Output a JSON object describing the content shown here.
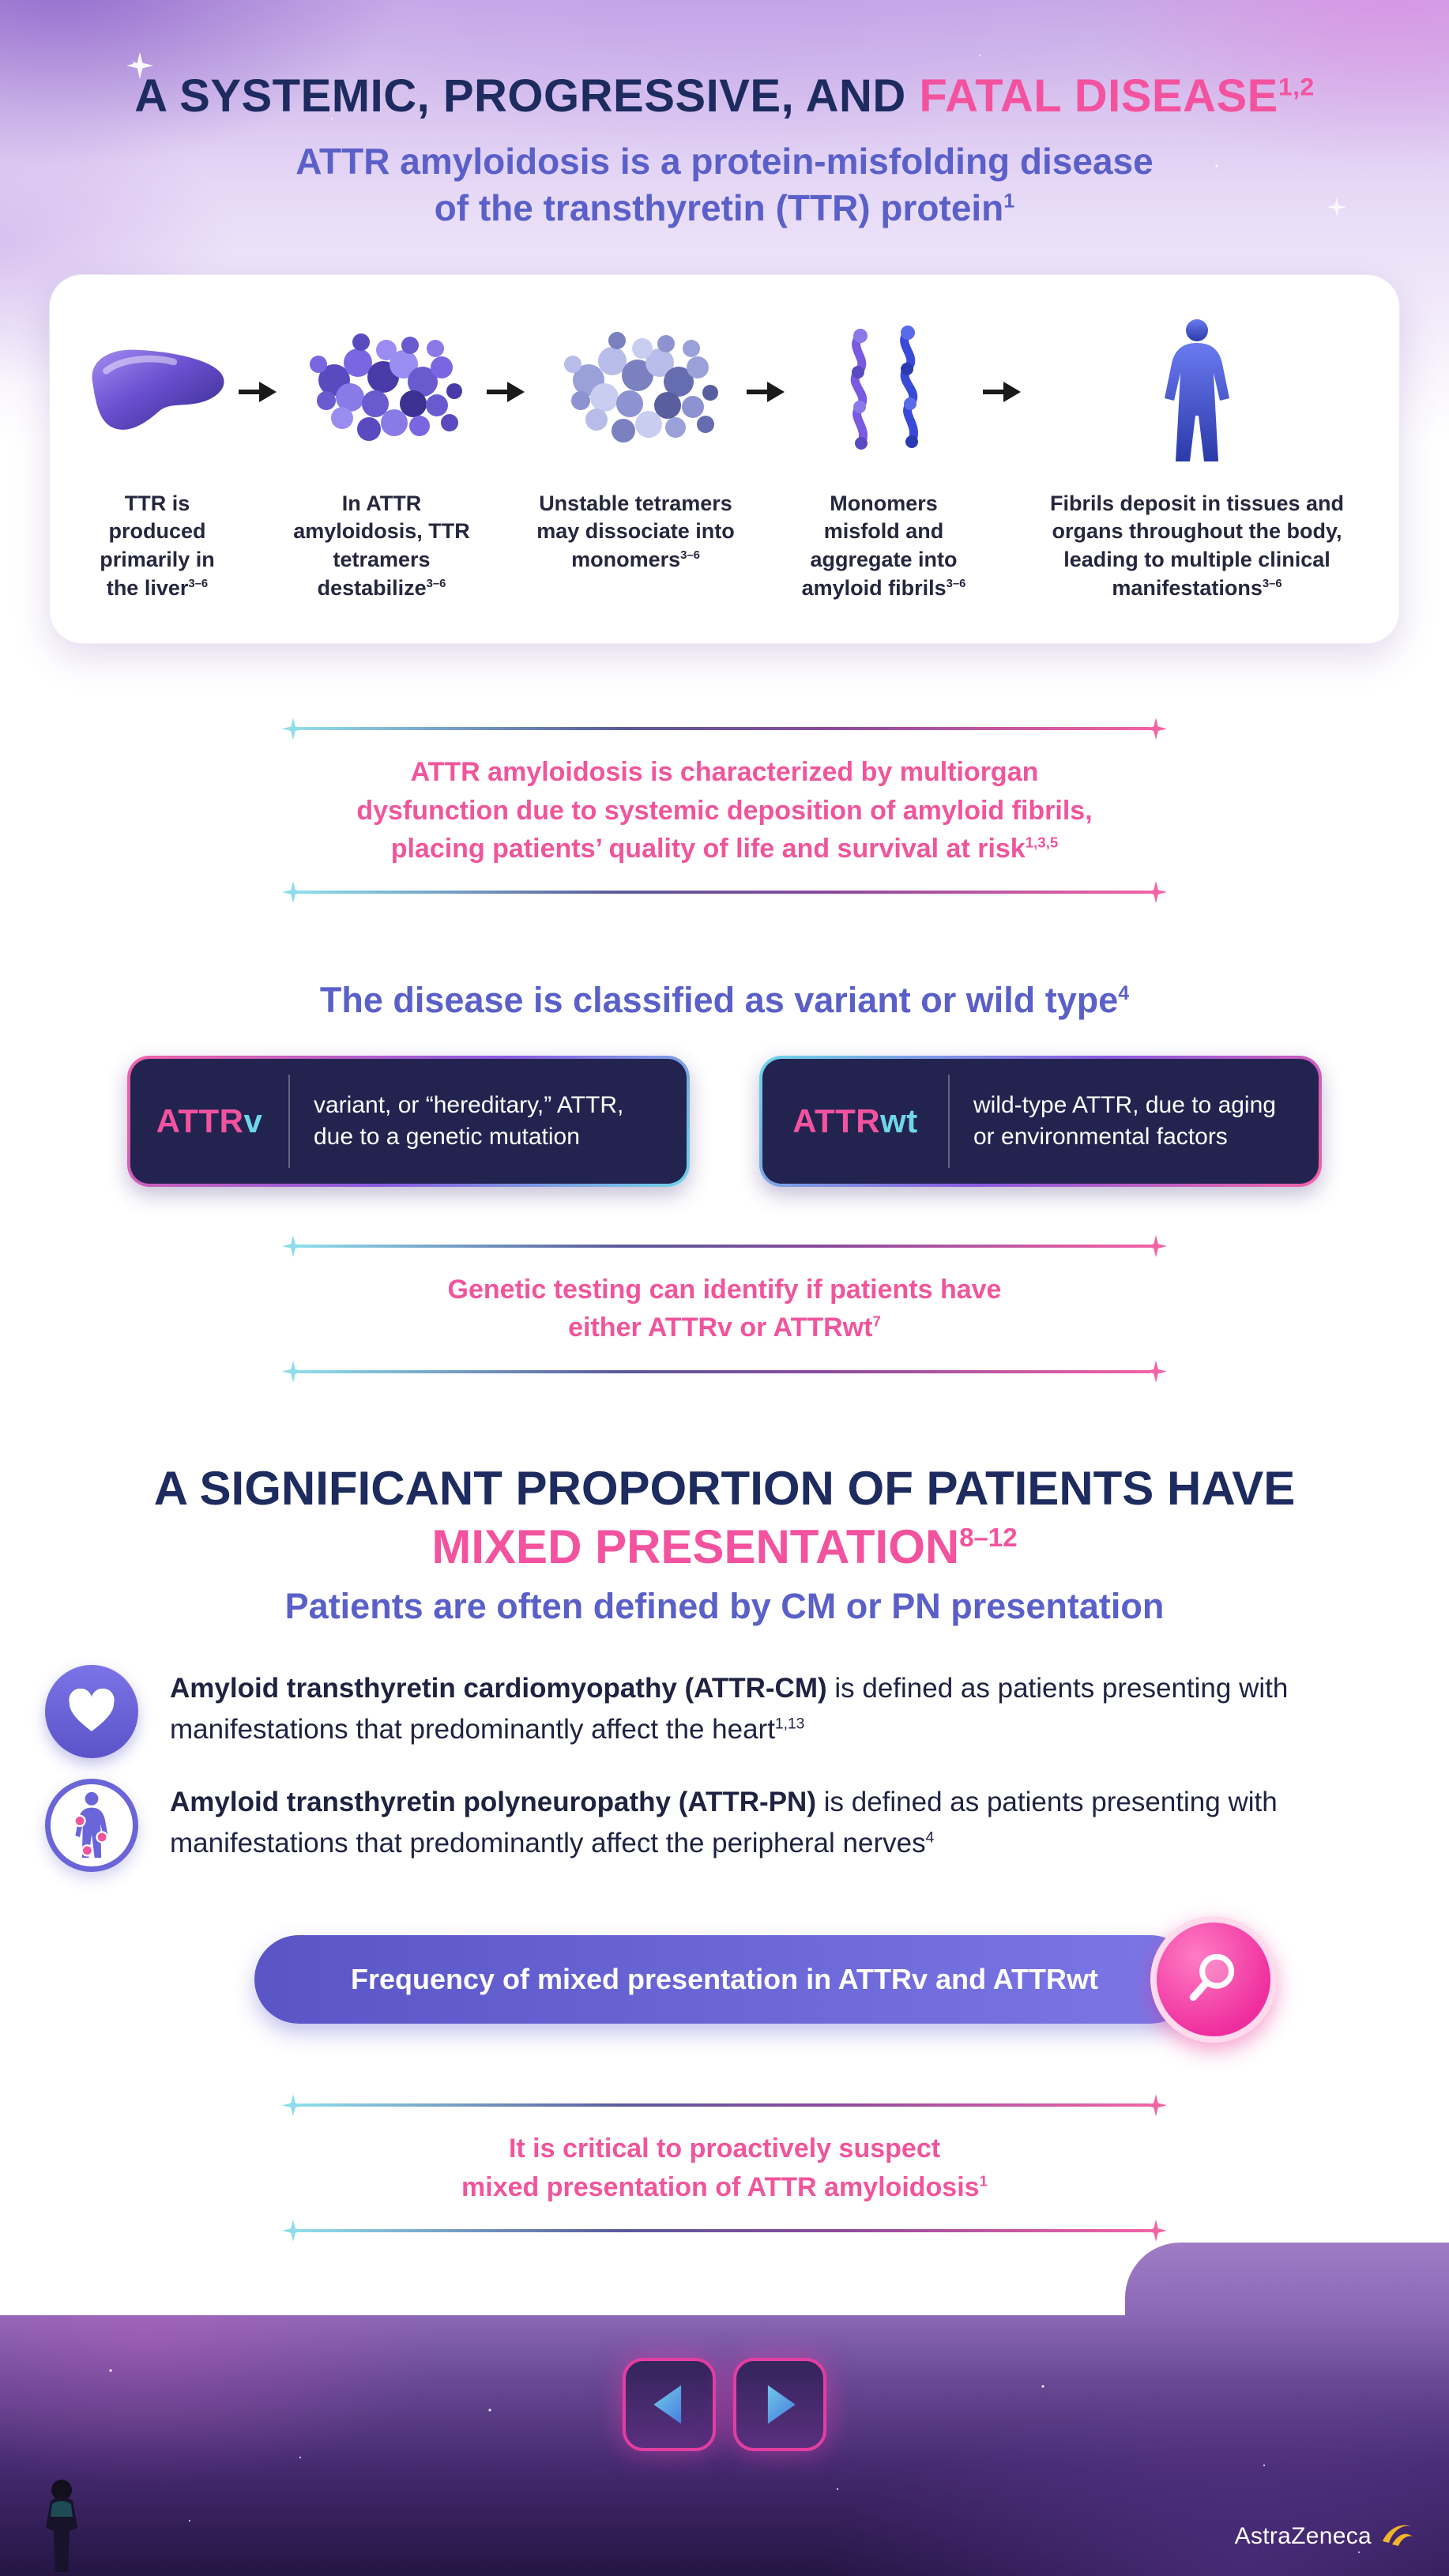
{
  "colors": {
    "navy": "#1d2b5f",
    "pink": "#f0559c",
    "purple": "#5a60c8",
    "cyan": "#6fd6e8",
    "box_background": "#232350",
    "button_purple": "#6a65d8",
    "magnifier_pink": "#ef2e9e",
    "logo_gold": "#f2b52b"
  },
  "header": {
    "title_prefix": "A SYSTEMIC, PROGRESSIVE, AND ",
    "title_highlight": "FATAL DISEASE",
    "title_sup": "1,2",
    "subtitle_line1": "ATTR amyloidosis is a protein-misfolding disease",
    "subtitle_line2": "of the transthyretin (TTR) protein",
    "subtitle_sup": "1"
  },
  "process_card": {
    "steps": [
      {
        "icon": "liver-illustration",
        "caption": "TTR is produced primarily in the liver",
        "sup": "3–6"
      },
      {
        "icon": "ttr-tetramer-illustration",
        "caption": "In ATTR amyloidosis, TTR tetramers destabilize",
        "sup": "3–6"
      },
      {
        "icon": "unstable-tetramer-illustration",
        "caption": "Unstable tetramers may dissociate into monomers",
        "sup": "3–6"
      },
      {
        "icon": "misfolded-monomer-illustration",
        "caption": "Monomers misfold and aggregate into amyloid fibrils",
        "sup": "3–6"
      },
      {
        "icon": "human-body-illustration",
        "caption": "Fibrils deposit in tissues and organs throughout the body, leading to multiple clinical manifestations",
        "sup": "3–6"
      }
    ]
  },
  "callout_multiorgan": {
    "text": "ATTR amyloidosis is characterized by multiorgan\ndysfunction due to systemic deposition of amyloid fibrils,\nplacing patients’ quality of life and survival at risk",
    "sup": "1,3,5"
  },
  "classification": {
    "heading": "The disease is classified as variant or wild type",
    "heading_sup": "4",
    "boxes": [
      {
        "label_prefix": "ATTR",
        "label_suffix": "v",
        "description": "variant, or “hereditary,” ATTR, due to a genetic mutation"
      },
      {
        "label_prefix": "ATTR",
        "label_suffix": "wt",
        "description": "wild-type ATTR, due to aging or environmental factors"
      }
    ]
  },
  "callout_genetic": {
    "text": "Genetic testing can identify if patients have\neither ATTRv or ATTRwt",
    "sup": "7"
  },
  "mixed_section": {
    "heading_line1": "A SIGNIFICANT PROPORTION OF PATIENTS HAVE",
    "heading_highlight": "MIXED PRESENTATION",
    "heading_sup": "8–12",
    "subheading": "Patients are often defined by CM or PN presentation",
    "bullets": [
      {
        "icon": "heart-icon",
        "bold": "Amyloid transthyretin cardiomyopathy (ATTR-CM)",
        "text": " is defined as patients presenting with manifestations that predominantly affect the heart",
        "sup": "1,13"
      },
      {
        "icon": "peripheral-nerves-icon",
        "bold": "Amyloid transthyretin polyneuropathy (ATTR-PN)",
        "text": " is defined as patients presenting with manifestations that predominantly affect the peripheral nerves",
        "sup": "4"
      }
    ],
    "frequency_button": {
      "label": "Frequency of mixed presentation in ATTRv and ATTRwt",
      "icon": "magnifier-icon"
    }
  },
  "callout_suspect": {
    "text": "It is critical to proactively suspect\nmixed presentation of ATTR amyloidosis",
    "sup": "1"
  },
  "footer": {
    "prev_icon": "chevron-left-icon",
    "next_icon": "chevron-right-icon",
    "logo_text": "AstraZeneca",
    "logo_icon": "astrazeneca-logo-icon"
  }
}
